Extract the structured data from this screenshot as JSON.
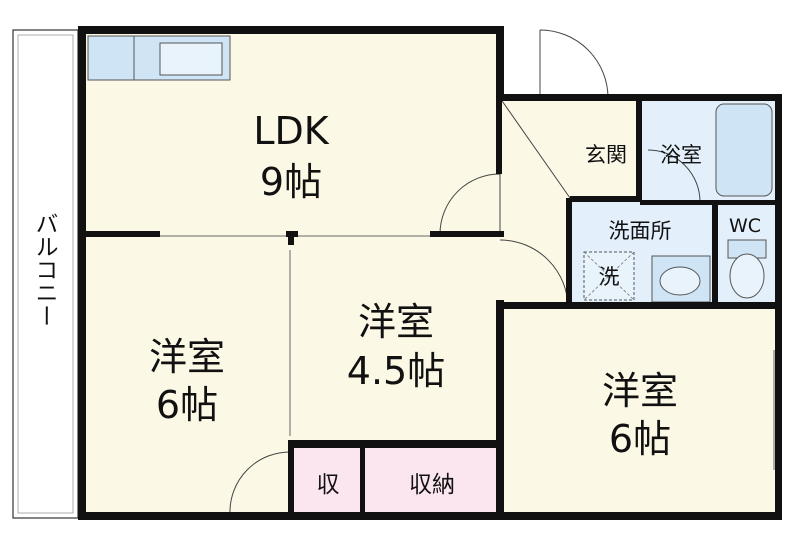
{
  "rooms": {
    "ldk": {
      "name": "LDK",
      "size": "9帖"
    },
    "western_left": {
      "name": "洋室",
      "size": "6帖"
    },
    "western_center": {
      "name": "洋室",
      "size": "4.5帖"
    },
    "western_right": {
      "name": "洋室",
      "size": "6帖"
    },
    "entrance": {
      "name": "玄関"
    },
    "bathroom": {
      "name": "浴室"
    },
    "washroom": {
      "name": "洗面所"
    },
    "washer": {
      "name": "洗"
    },
    "toilet": {
      "name": "WC"
    },
    "small_closet": {
      "name": "収"
    },
    "closet": {
      "name": "収納"
    }
  },
  "balcony": {
    "label": "バルコニー"
  },
  "colors": {
    "wall": "#111111",
    "floor": "#fcf8e6",
    "wet_area": "#e3f0fb",
    "storage": "#fbe6ef",
    "fixture": "#cfe5f6"
  }
}
